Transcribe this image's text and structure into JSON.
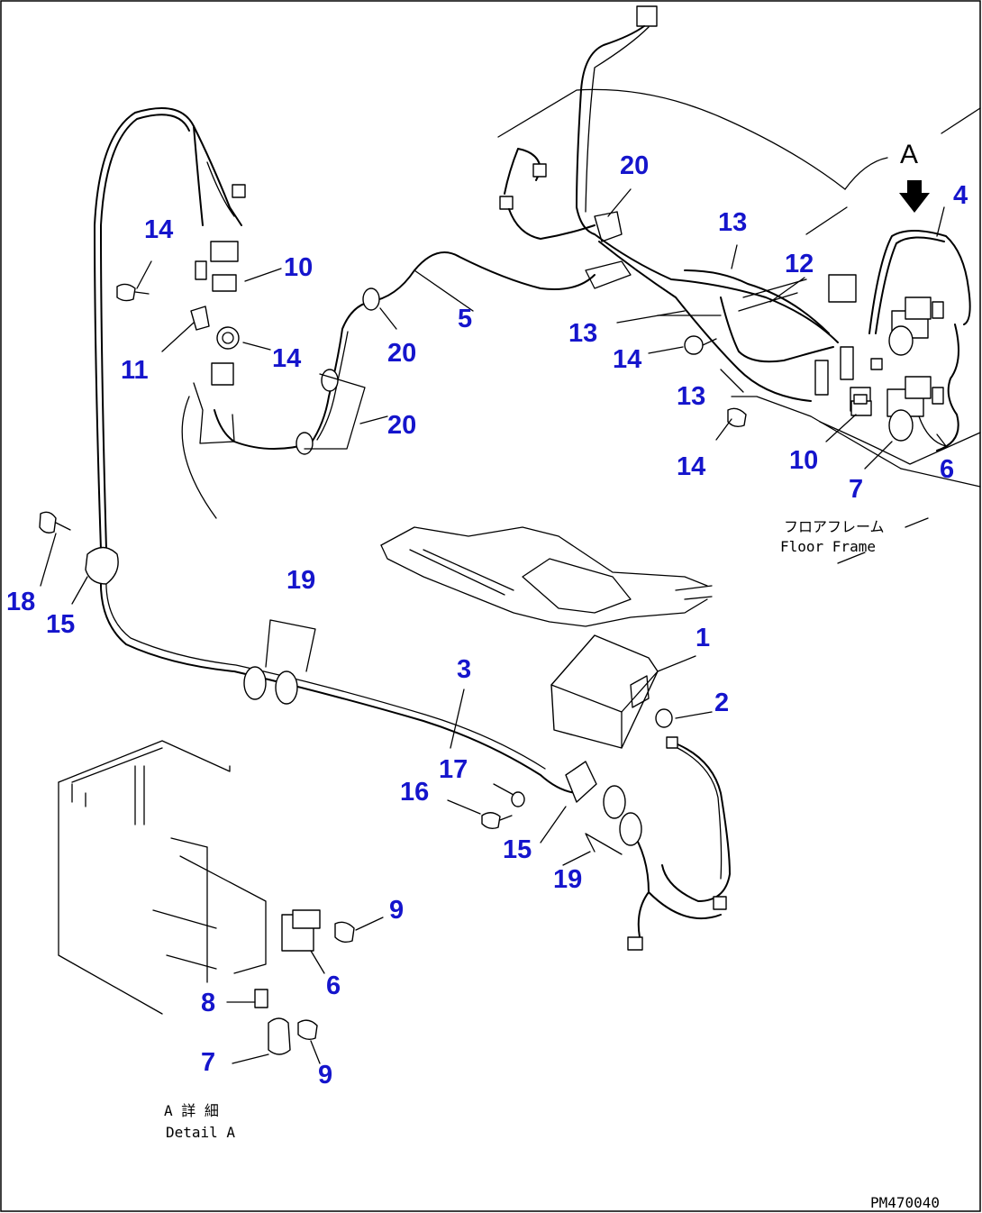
{
  "diagram": {
    "drawing_code": "PM470040",
    "view_marker": "A",
    "frame_label_jp": "フロアフレーム",
    "frame_label_en": "Floor Frame",
    "detail_label_jp": "A 詳 細",
    "detail_label_en": "Detail A"
  },
  "callouts": [
    {
      "id": "c1",
      "num": "1"
    },
    {
      "id": "c2",
      "num": "2"
    },
    {
      "id": "c3",
      "num": "3"
    },
    {
      "id": "c4",
      "num": "4"
    },
    {
      "id": "c5",
      "num": "5"
    },
    {
      "id": "c6a",
      "num": "6"
    },
    {
      "id": "c6b",
      "num": "6"
    },
    {
      "id": "c7a",
      "num": "7"
    },
    {
      "id": "c7b",
      "num": "7"
    },
    {
      "id": "c8",
      "num": "8"
    },
    {
      "id": "c9a",
      "num": "9"
    },
    {
      "id": "c9b",
      "num": "9"
    },
    {
      "id": "c10a",
      "num": "10"
    },
    {
      "id": "c10b",
      "num": "10"
    },
    {
      "id": "c11",
      "num": "11"
    },
    {
      "id": "c12",
      "num": "12"
    },
    {
      "id": "c13a",
      "num": "13"
    },
    {
      "id": "c13b",
      "num": "13"
    },
    {
      "id": "c13c",
      "num": "13"
    },
    {
      "id": "c14a",
      "num": "14"
    },
    {
      "id": "c14b",
      "num": "14"
    },
    {
      "id": "c14c",
      "num": "14"
    },
    {
      "id": "c14d",
      "num": "14"
    },
    {
      "id": "c15a",
      "num": "15"
    },
    {
      "id": "c15b",
      "num": "15"
    },
    {
      "id": "c16",
      "num": "16"
    },
    {
      "id": "c17",
      "num": "17"
    },
    {
      "id": "c18",
      "num": "18"
    },
    {
      "id": "c19a",
      "num": "19"
    },
    {
      "id": "c19b",
      "num": "19"
    },
    {
      "id": "c20a",
      "num": "20"
    },
    {
      "id": "c20b",
      "num": "20"
    },
    {
      "id": "c20c",
      "num": "20"
    }
  ]
}
